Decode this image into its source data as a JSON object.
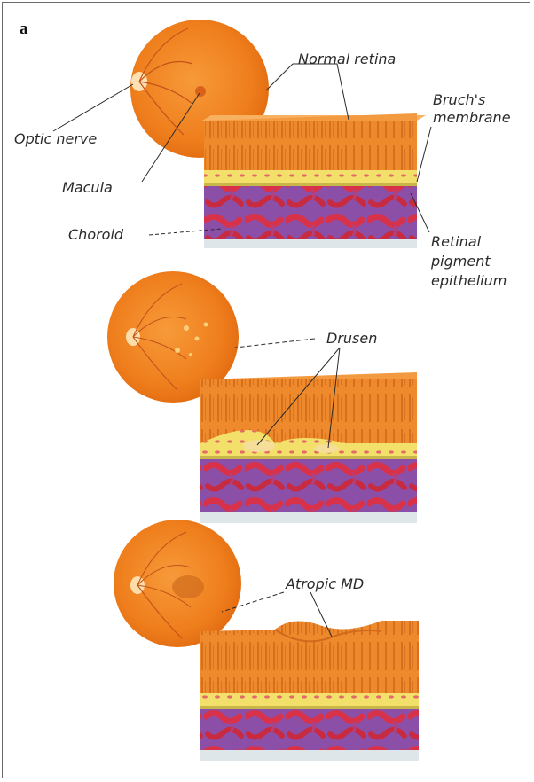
{
  "panel_letter": "a",
  "labels": {
    "normal_retina": "Normal retina",
    "bruchs_1": "Bruch's",
    "bruchs_2": "membrane",
    "optic_nerve": "Optic nerve",
    "macula": "Macula",
    "choroid": "Choroid",
    "rpe_1": "Retinal",
    "rpe_2": "pigment",
    "rpe_3": "epithelium",
    "drusen": "Drusen",
    "atrophic": "Atropic MD"
  },
  "colors": {
    "retina": "#f08a2a",
    "retina_dark": "#d96c14",
    "rpe": "#f2e06a",
    "bruch": "#c9b64a",
    "choroid_purple": "#8c4fa8",
    "vessel_red": "#d8324a",
    "base": "#dfe6ea"
  }
}
